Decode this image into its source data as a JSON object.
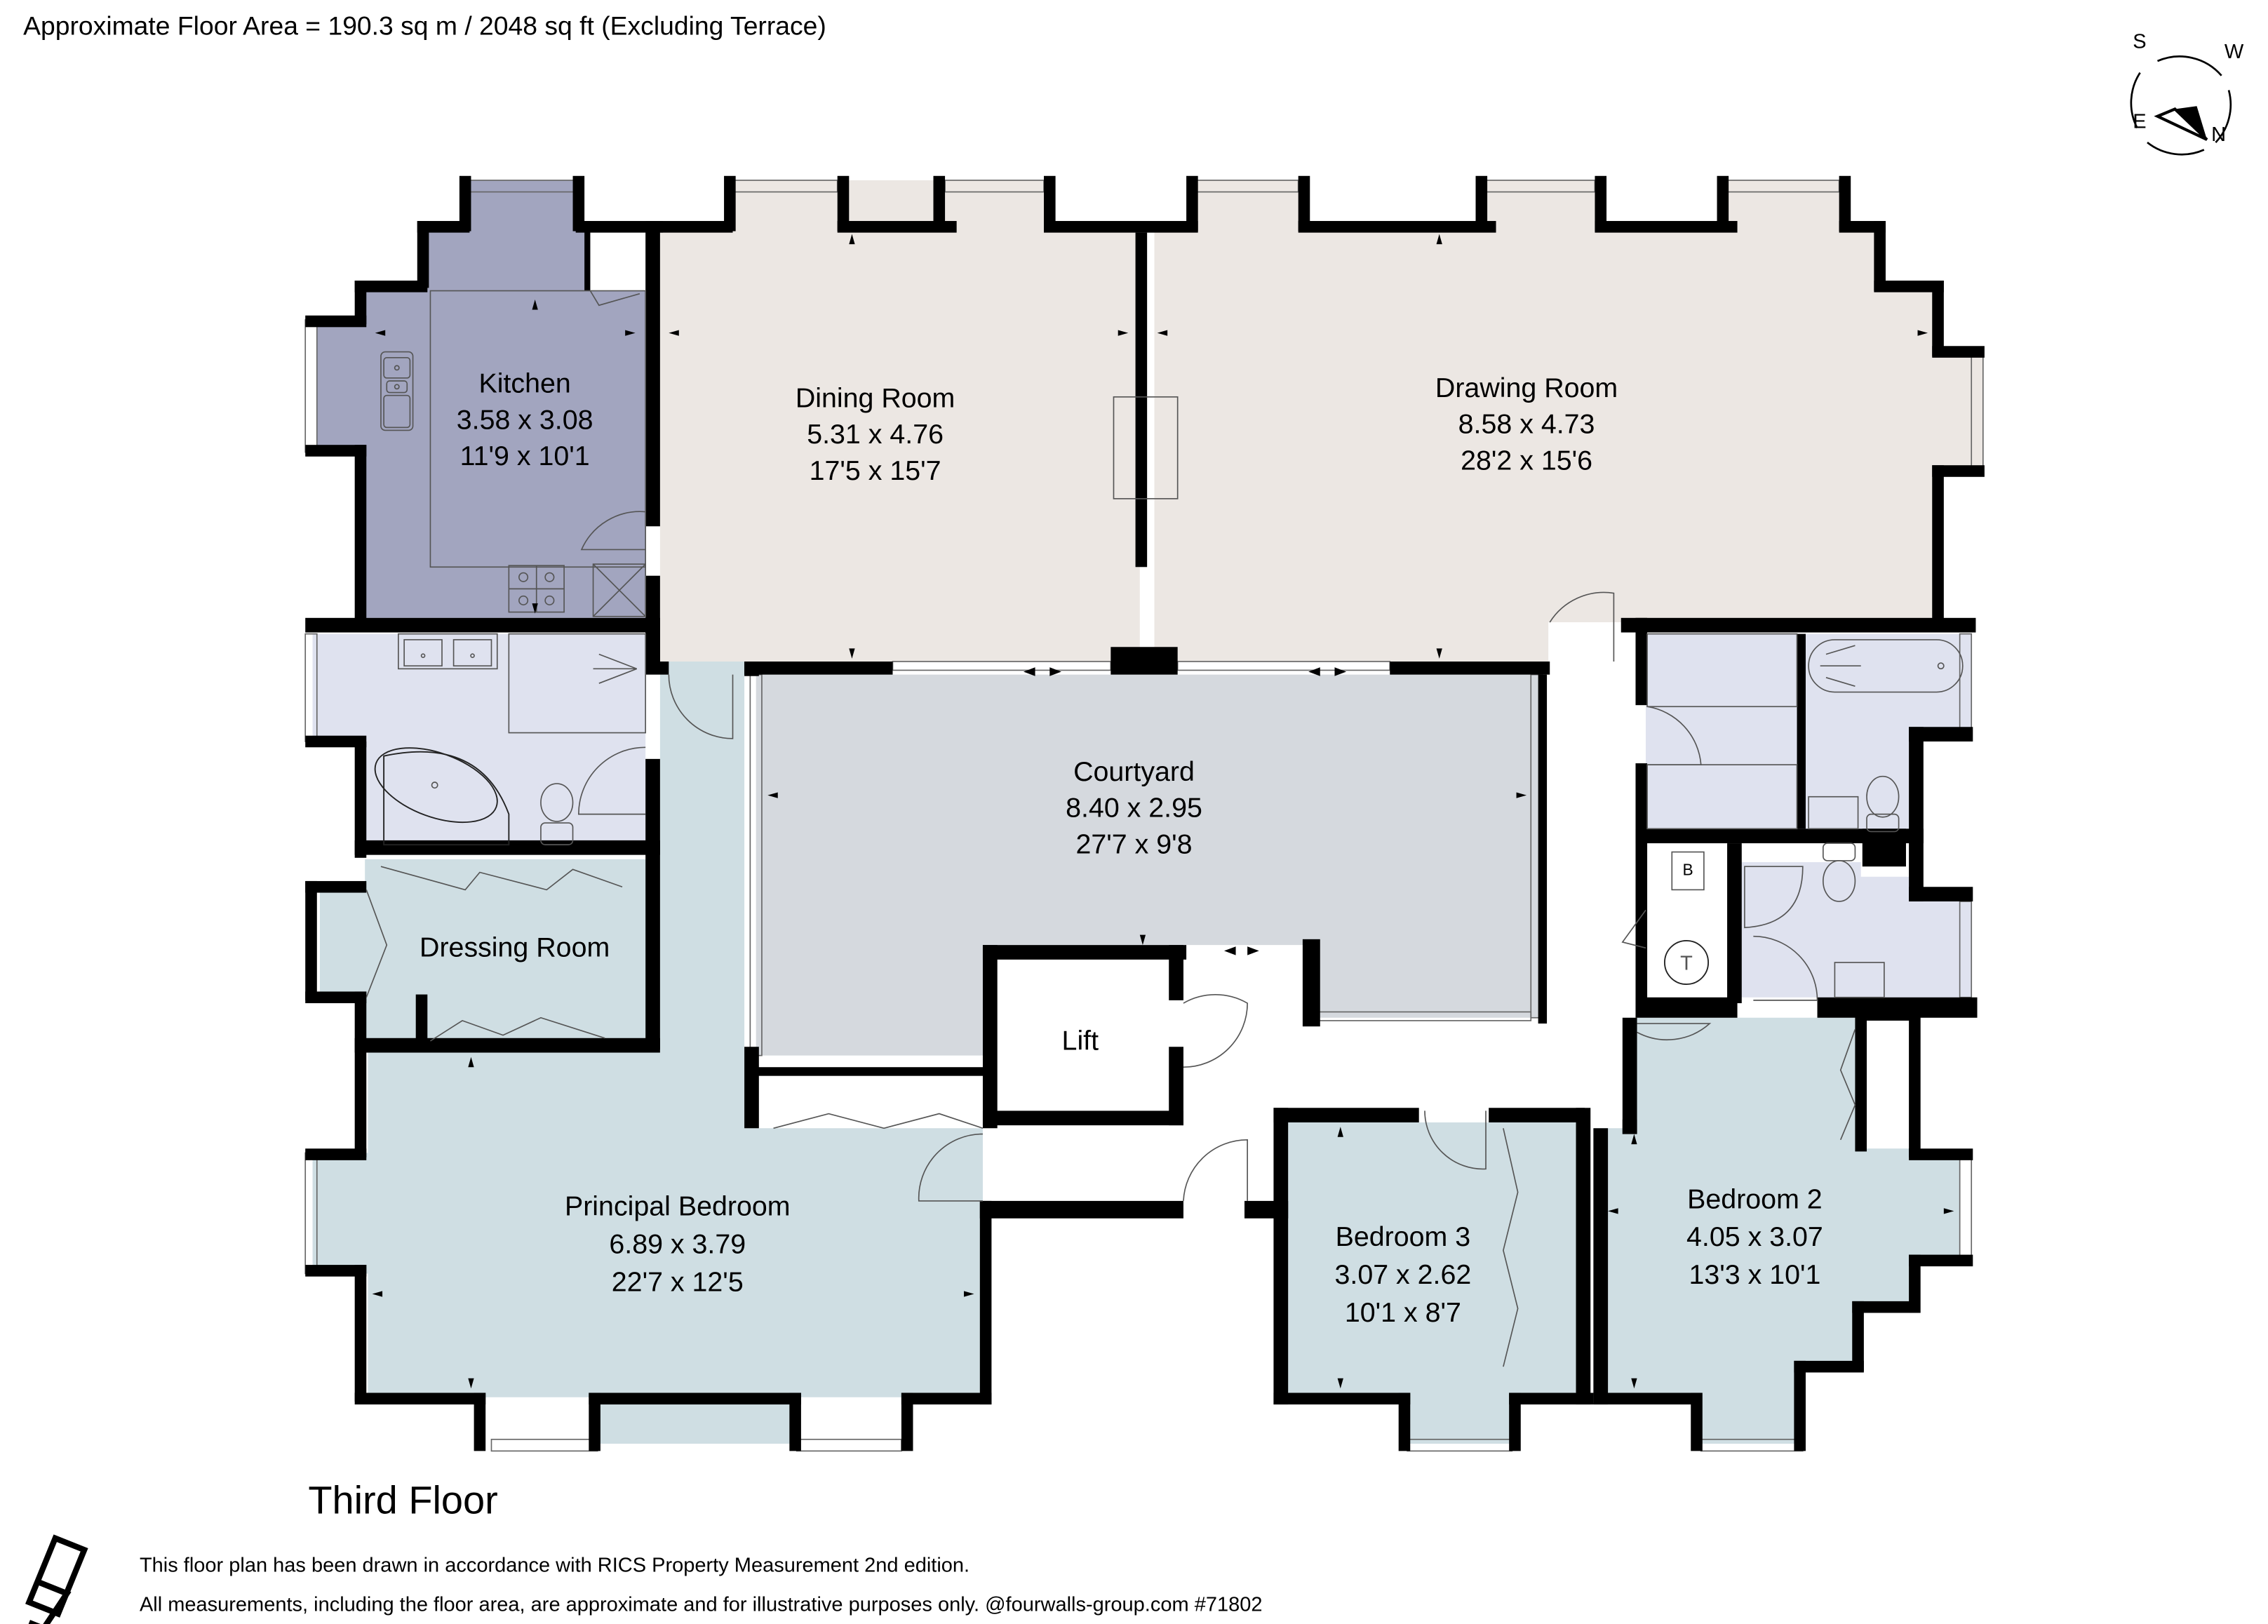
{
  "header": {
    "floor_area": "Approximate Floor Area = 190.3 sq m / 2048 sq ft (Excluding Terrace)"
  },
  "compass": {
    "labels": {
      "s": "S",
      "w": "W",
      "e": "E",
      "n": "N"
    }
  },
  "floor": {
    "title": "Third Floor"
  },
  "colors": {
    "wall": "#000000",
    "kitchen": "#a2a5bf",
    "reception": "#ece7e3",
    "courtyard": "#d5d9de",
    "bedroom": "#cfdee3",
    "bathroom": "#dfe2ef",
    "lift_hall": "#ffffff"
  },
  "rooms": {
    "kitchen": {
      "name": "Kitchen",
      "metric": "3.58 x 3.08",
      "imperial": "11'9 x 10'1"
    },
    "dining": {
      "name": "Dining Room",
      "metric": "5.31 x 4.76",
      "imperial": "17'5 x 15'7"
    },
    "drawing": {
      "name": "Drawing Room",
      "metric": "8.58 x 4.73",
      "imperial": "28'2 x 15'6"
    },
    "courtyard": {
      "name": "Courtyard",
      "metric": "8.40 x 2.95",
      "imperial": "27'7 x 9'8"
    },
    "dressing": {
      "name": "Dressing Room"
    },
    "lift": {
      "name": "Lift"
    },
    "principal": {
      "name": "Principal Bedroom",
      "metric": "6.89 x 3.79",
      "imperial": "22'7 x 12'5"
    },
    "bedroom3": {
      "name": "Bedroom 3",
      "metric": "3.07 x 2.62",
      "imperial": "10'1 x 8'7"
    },
    "bedroom2": {
      "name": "Bedroom 2",
      "metric": "4.05 x 3.07",
      "imperial": "13'3 x 10'1"
    }
  },
  "symbols": {
    "boiler": "B",
    "tank": "T"
  },
  "footer": {
    "line1": "This floor plan has been drawn in accordance with RICS Property Measurement 2nd edition.",
    "line2": "All measurements, including the floor area, are approximate and for illustrative purposes only. @fourwalls-group.com #71802"
  }
}
